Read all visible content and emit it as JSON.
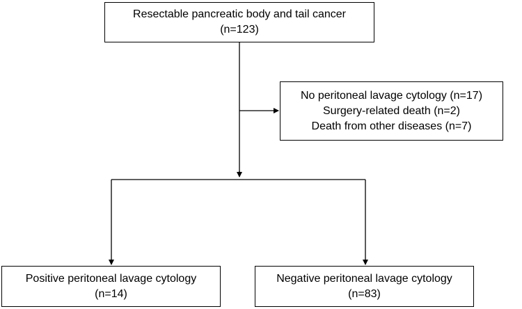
{
  "flowchart": {
    "top_box": {
      "line1": "Resectable pancreatic body and tail cancer",
      "line2": "(n=123)"
    },
    "exclusion_box": {
      "line1": "No peritoneal lavage cytology (n=17)",
      "line2": "Surgery-related death (n=2)",
      "line3": "Death from other diseases (n=7)"
    },
    "positive_box": {
      "line1": "Positive peritoneal lavage cytology",
      "line2": "(n=14)"
    },
    "negative_box": {
      "line1": "Negative peritoneal lavage cytology",
      "line2": "(n=83)"
    }
  }
}
